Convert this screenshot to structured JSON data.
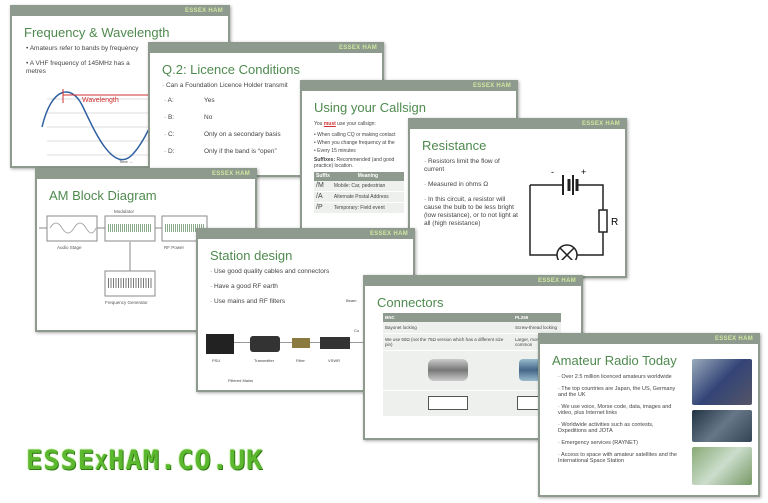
{
  "brand": "ESSEX HAM",
  "logo": "ESSEXHAM.CO.UK",
  "colors": {
    "bar": "#8d9a8d",
    "title": "#4f8a4f",
    "logo": "#5cb82e",
    "wavelength": "#d03030"
  },
  "freq": {
    "title": "Frequency & Wavelength",
    "bullets": [
      "• Amateurs refer to bands by frequency",
      "• A VHF frequency of 145MHz has a",
      "metres"
    ],
    "wave_label": "Wavelength",
    "axis": "Time →"
  },
  "q2": {
    "title": "Q.2: Licence Conditions",
    "question": "· Can a Foundation Licence Holder transmit",
    "options": [
      {
        "k": "· A:",
        "v": "Yes"
      },
      {
        "k": "· B:",
        "v": "No"
      },
      {
        "k": "· C:",
        "v": "Only on a secondary basis"
      },
      {
        "k": "· D:",
        "v": "Only if the band is “open”"
      }
    ]
  },
  "callsign": {
    "title": "Using your Callsign",
    "must_pre": "You ",
    "must": "must",
    "must_post": " use your callsign:",
    "bullets": [
      "• When calling CQ or making contact",
      "• When you change frequency at the",
      "• Every 15 minutes"
    ],
    "suffix_label": "Suffixes:",
    "suffix_text": " Recommended (and good practice) location.",
    "table": {
      "headers": [
        "Suffix",
        "Meaning"
      ],
      "rows": [
        [
          "/M",
          "Mobile: Car, pedestrian"
        ],
        [
          "/A",
          "Alternate Postal Address"
        ],
        [
          "/P",
          "Temporary: Field event"
        ]
      ]
    }
  },
  "resistance": {
    "title": "Resistance",
    "bullets": [
      "· Resistors limit the flow of current",
      "· Measured in ohms Ω",
      "· In this circuit, a resistor will cause the bulb to be less bright (low resistance), or to not light at all (high resistance)"
    ],
    "minus": "-",
    "plus": "+",
    "r": "R"
  },
  "am": {
    "title": "AM Block Diagram",
    "modulator": "Modulator",
    "audio": "Audio Stage",
    "rf": "RF Power",
    "freqgen": "Frequency Generator"
  },
  "station": {
    "title": "Station design",
    "bullets": [
      "· Use good quality cables and connectors",
      "· Have a good RF earth",
      "· Use mains and RF filters"
    ],
    "side1": "Beam",
    "side2": "Co",
    "devices": [
      "PSU",
      "Transmitter",
      "Filter",
      "VSWR"
    ],
    "mains": "Filtered Mains"
  },
  "connectors": {
    "title": "Connectors",
    "headers": [
      "BNC",
      "PL259"
    ],
    "rows": [
      [
        "Bayonet locking",
        "Screw-thread locking"
      ],
      [
        "We use 50Ω (not the 75Ω version which has a different size pin)",
        "Larger, more common"
      ]
    ]
  },
  "today": {
    "title": "Amateur Radio Today",
    "bullets": [
      "· Over 2.5 million licenced amateurs worldwide",
      "· The top countries are Japan, the US, Germany and the UK",
      "· We use voice, Morse code, data, images and video, plus Internet links",
      "· Worldwide activities such as contests, Dxpeditions and JOTA",
      "· Emergency services (RAYNET)",
      "· Access to space with amateur satellites and the International Space Station"
    ]
  }
}
